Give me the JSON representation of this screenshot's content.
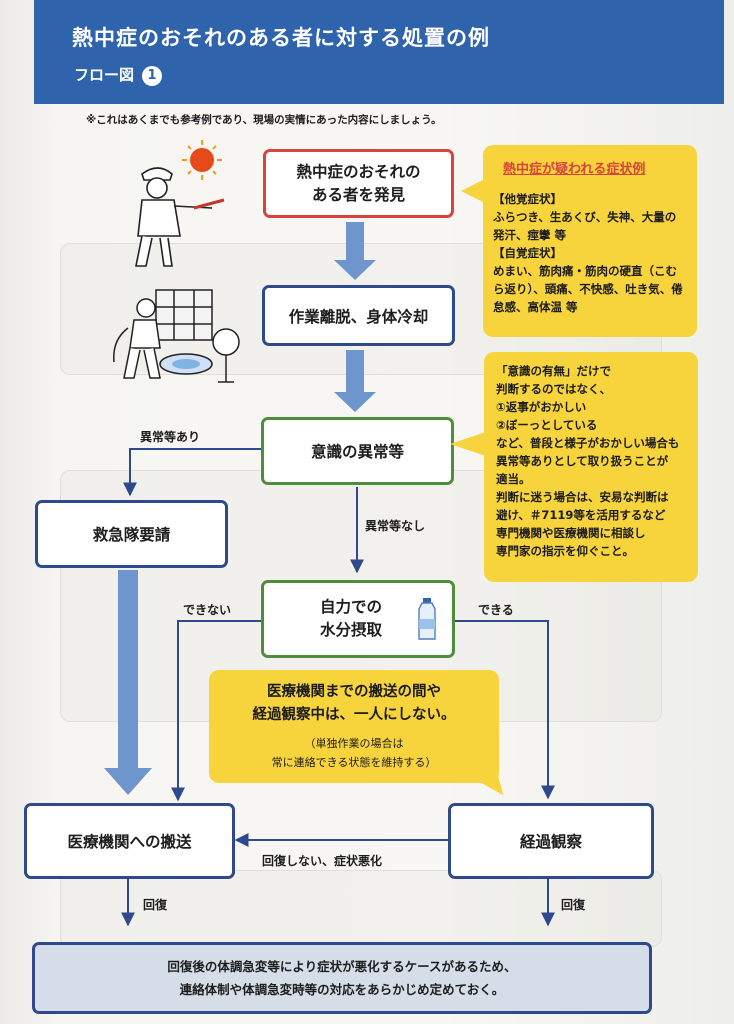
{
  "header": {
    "title": "熱中症のおそれのある者に対する処置の例",
    "subtitle": "フロー図",
    "badge": "1"
  },
  "note": "※これはあくまでも参考例であり、現場の実情にあった内容にしましょう。",
  "nodes": {
    "discover": [
      "熱中症のおそれの",
      "ある者を発見"
    ],
    "cool": "作業離脱、身体冷却",
    "abnormal": "意識の異常等",
    "ambulance": "救急隊要請",
    "water": [
      "自力での",
      "水分摂取"
    ],
    "transport": "医療機関への搬送",
    "observe": "経過観察",
    "final": [
      "回復後の体調急変等により症状が悪化するケースがあるため、",
      "連絡体制や体調急変時等の対応をあらかじめ定めておく。"
    ]
  },
  "labels": {
    "abnormal_yes": "異常等あり",
    "abnormal_no": "異常等なし",
    "cannot": "できない",
    "can": "できる",
    "not_recovered": "回復しない、症状悪化",
    "recovered_left": "回復",
    "recovered_right": "回復"
  },
  "callouts": {
    "symptoms": {
      "title": "熱中症が疑われる症状例",
      "objective_head": "【他覚症状】",
      "objective": [
        "ふらつき、生あくび、失神、大量の",
        "発汗、痙攣 等"
      ],
      "subjective_head": "【自覚症状】",
      "subjective": [
        "めまい、筋肉痛・筋肉の硬直（こむ",
        "ら返り）、頭痛、不快感、吐き気、倦",
        "怠感、高体温 等"
      ]
    },
    "consciousness": {
      "lines": [
        "「意識の有無」だけで",
        "判断するのではなく、",
        "①返事がおかしい",
        "②ぼーっとしている",
        "など、普段と様子がおかしい場合も",
        "異常等ありとして取り扱うことが",
        "適当。",
        "判断に迷う場合は、安易な判断は",
        "避け、＃7119等を活用するなど",
        "専門機関や医療機関に相談し",
        "専門家の指示を仰ぐこと。"
      ]
    },
    "alone": {
      "lines": [
        "医療機関までの搬送の間や",
        "経過観察中は、一人にしない。"
      ],
      "paren": [
        "（単独作業の場合は",
        "常に連絡できる状態を維持する）"
      ]
    }
  },
  "colors": {
    "header": "#2f64ad",
    "red_border": "#d9433d",
    "navy_border": "#2f4a8c",
    "green_border": "#4f8d3c",
    "callout": "#f7d33c",
    "big_arrow": "#6f96cc"
  },
  "icons": [
    "sun-icon",
    "hot-worker-illustration",
    "cooling-worker-illustration",
    "water-bottle-icon"
  ]
}
